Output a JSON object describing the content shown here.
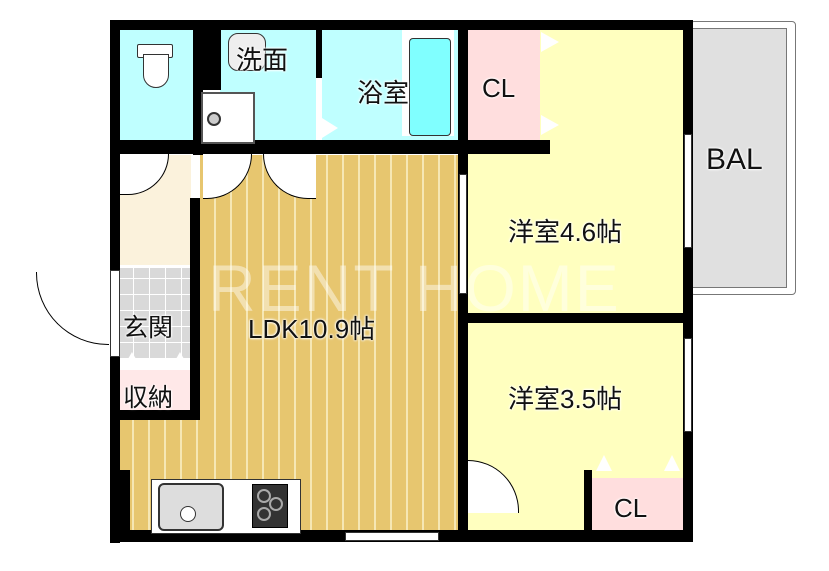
{
  "floorplan": {
    "watermark": "RENT HOME",
    "rooms": {
      "toilet": {
        "label": ""
      },
      "washroom": {
        "label": "洗面"
      },
      "bathroom": {
        "label": "浴室"
      },
      "closet_top": {
        "label": "CL"
      },
      "balcony": {
        "label": "BAL"
      },
      "western_room_1": {
        "label": "洋室4.6帖",
        "size_jo": 4.6
      },
      "ldk": {
        "label": "LDK10.9帖",
        "size_jo": 10.9
      },
      "western_room_2": {
        "label": "洋室3.5帖",
        "size_jo": 3.5
      },
      "closet_bottom": {
        "label": "CL"
      },
      "entrance": {
        "label": "玄関"
      },
      "storage": {
        "label": "収納"
      }
    },
    "colors": {
      "wet_area": "#bfffff",
      "bathtub": "#80ffff",
      "closet": "#ffdede",
      "western_room": "#ffffbf",
      "ldk_floor": "#e7c66f",
      "balcony": "#e0e0e0",
      "hallway": "#fbf2dc",
      "entrance_tile": "#d9d9d9"
    }
  }
}
